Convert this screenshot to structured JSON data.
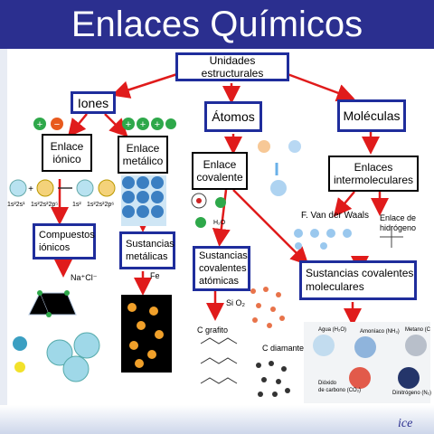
{
  "title": "Enlaces Químicos",
  "nodes": {
    "unidades": "Unidades estructurales",
    "iones": "Iones",
    "atomos": "Átomos",
    "moleculas": "Moléculas",
    "enlace_ionico": "Enlace\niónico",
    "enlace_metalico": "Enlace\nmetálico",
    "enlace_covalente": "Enlace\ncovalente",
    "enlaces_intermoleculares": "Enlaces\nintermoleculares",
    "compuestos_ionicos": "Compuestos\niónicos",
    "sustancias_metalicas": "Sustancias\nmetálicas",
    "sustancias_cov_atomicas": "Sustancias\ncovalentes\natómicas",
    "sustancias_cov_moleculares": "Sustancias covalentes\nmoleculares"
  },
  "labels": {
    "nacl": "Na⁺Cl⁻",
    "fe": "Fe",
    "sio2": "Si O₂",
    "c_grafito": "C grafito",
    "c_diamante": "C diamante",
    "van_der_waals": "F. Van der Waals",
    "enlace_hidrogeno": "Enlace de\nhidrógeno",
    "h2o": "H₂O",
    "config_1": "1s²2s¹",
    "config_2": "1s²2s²2p⁵",
    "config_3": "1s²",
    "config_4": "1s²2s²2p⁶"
  },
  "molecule_captions": {
    "agua": "Agua (H₂O)",
    "amoniaco": "Amoníaco (NH₃)",
    "metano": "Metano (C",
    "dioxido": "Dióxido\nde carbono (CO₂)",
    "dinitrogeno": "Dinitrógeno (N₂)"
  },
  "colors": {
    "header": "#2b2f8f",
    "box_border_blue": "#1f2d9c",
    "arrow": "#e01b1b"
  }
}
